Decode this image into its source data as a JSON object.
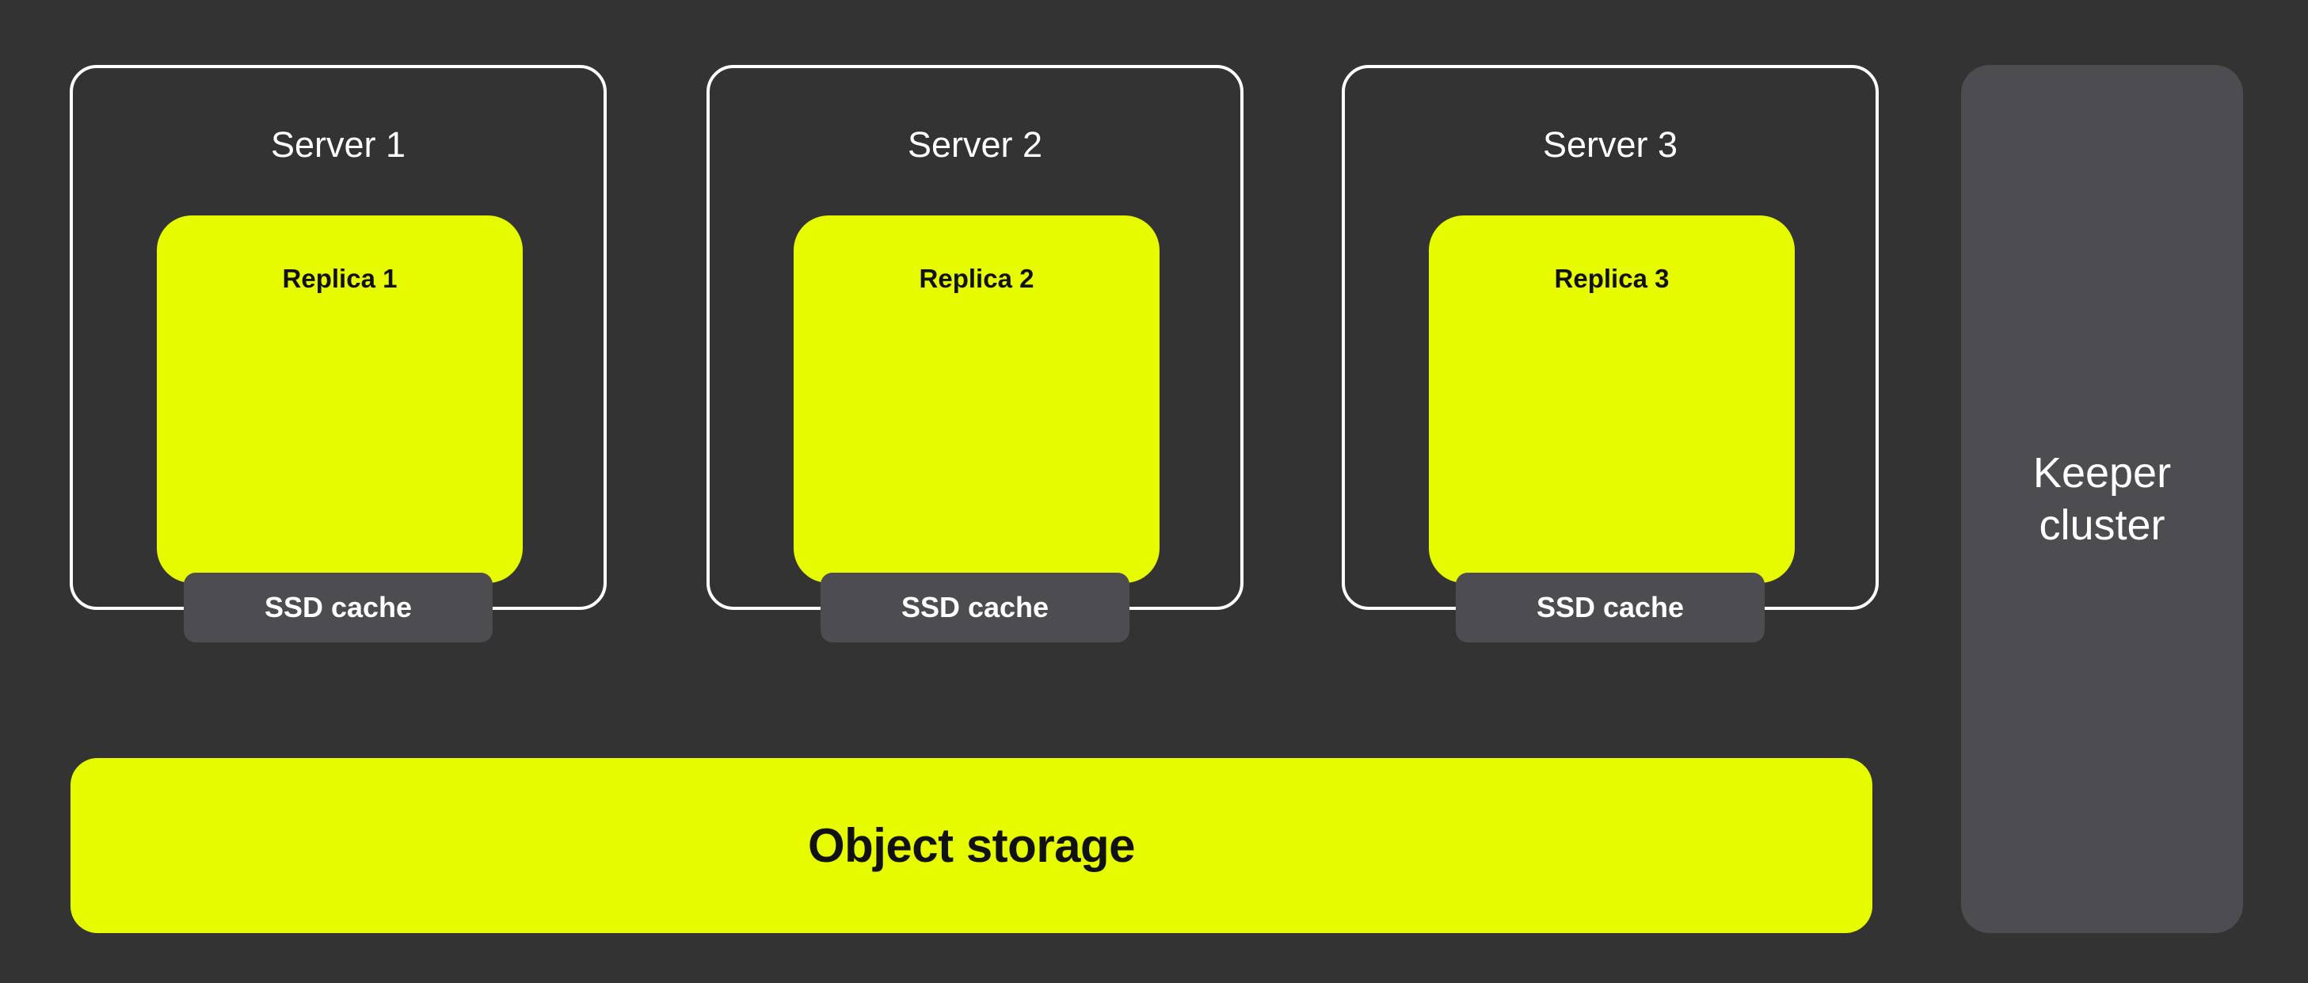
{
  "colors": {
    "background": "#333333",
    "box_yellow": "#E7FB00",
    "panel_gray": "#4D4D51",
    "border_white": "#FFFFFF",
    "text_light": "#FFFFFF",
    "text_dark": "#111111"
  },
  "servers": [
    {
      "label": "Server 1",
      "replica_label": "Replica 1",
      "cache_label": "SSD cache"
    },
    {
      "label": "Server 2",
      "replica_label": "Replica 2",
      "cache_label": "SSD cache"
    },
    {
      "label": "Server 3",
      "replica_label": "Replica 3",
      "cache_label": "SSD cache"
    }
  ],
  "object_storage": {
    "label": "Object storage"
  },
  "keeper": {
    "label": "Keeper cluster",
    "line1": "Keeper",
    "line2": "cluster"
  }
}
